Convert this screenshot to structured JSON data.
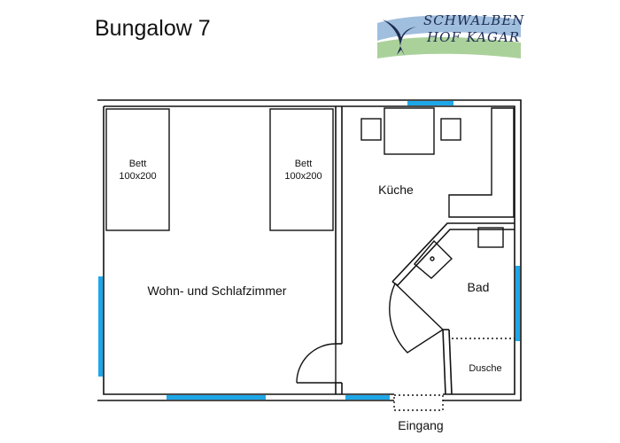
{
  "title": "Bungalow 7",
  "logo": {
    "line1": "SCHWALBEN",
    "line2": "HOF KAGAR",
    "colors": {
      "navy": "#1d2c52",
      "blue": "#8fb3d8",
      "green": "#9cc98a"
    }
  },
  "rooms": {
    "bed_left": {
      "line1": "Bett",
      "line2": "100x200"
    },
    "bed_right": {
      "line1": "Bett",
      "line2": "100x200"
    },
    "living": "Wohn- und Schlafzimmer",
    "kitchen": "Küche",
    "bath": "Bad",
    "shower": "Dusche"
  },
  "entrance": "Eingang",
  "colors": {
    "wall": "#111111",
    "window": "#1ea7e8"
  }
}
